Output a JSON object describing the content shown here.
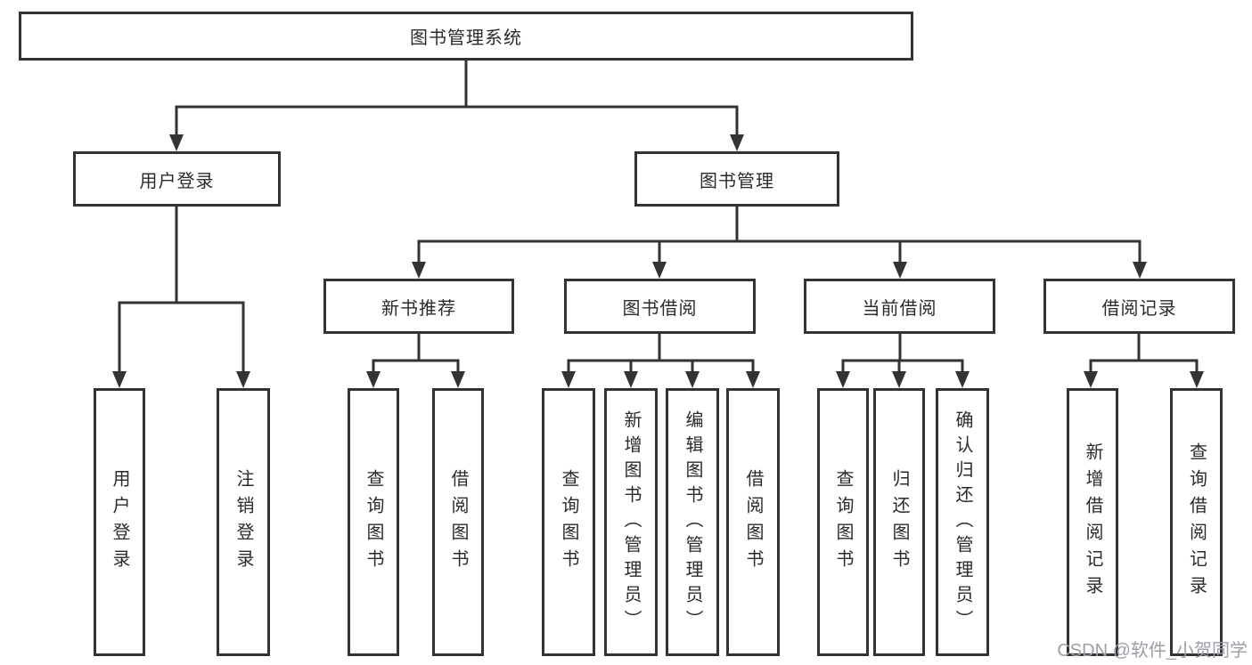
{
  "root": {
    "label": "图书管理系统"
  },
  "level2": {
    "user_login": {
      "label": "用户登录"
    },
    "book_management": {
      "label": "图书管理"
    }
  },
  "level3": {
    "new_book_recommend": {
      "label": "新书推荐"
    },
    "book_borrow": {
      "label": "图书借阅"
    },
    "current_borrow": {
      "label": "当前借阅"
    },
    "borrow_records": {
      "label": "借阅记录"
    }
  },
  "leaves": {
    "user_login": [
      {
        "label": "用户登录"
      },
      {
        "label": "注销登录"
      }
    ],
    "new_book_recommend": [
      {
        "label": "查询图书"
      },
      {
        "label": "借阅图书"
      }
    ],
    "book_borrow": [
      {
        "label": "查询图书"
      },
      {
        "label": "新增图书（管理员）"
      },
      {
        "label": "编辑图书（管理员）"
      },
      {
        "label": "借阅图书"
      }
    ],
    "current_borrow": [
      {
        "label": "查询图书"
      },
      {
        "label": "归还图书"
      },
      {
        "label": "确认归还（管理员）"
      }
    ],
    "borrow_records": [
      {
        "label": "新增借阅记录"
      },
      {
        "label": "查询借阅记录"
      }
    ]
  },
  "watermark": {
    "text": "CSDN @软件_小贺同学",
    "color": "#9ba0a6"
  },
  "colors": {
    "line": "#333333",
    "border": "#333333",
    "text": "#2b2b2b",
    "background": "#ffffff",
    "watermark": "#9ba0a6"
  }
}
